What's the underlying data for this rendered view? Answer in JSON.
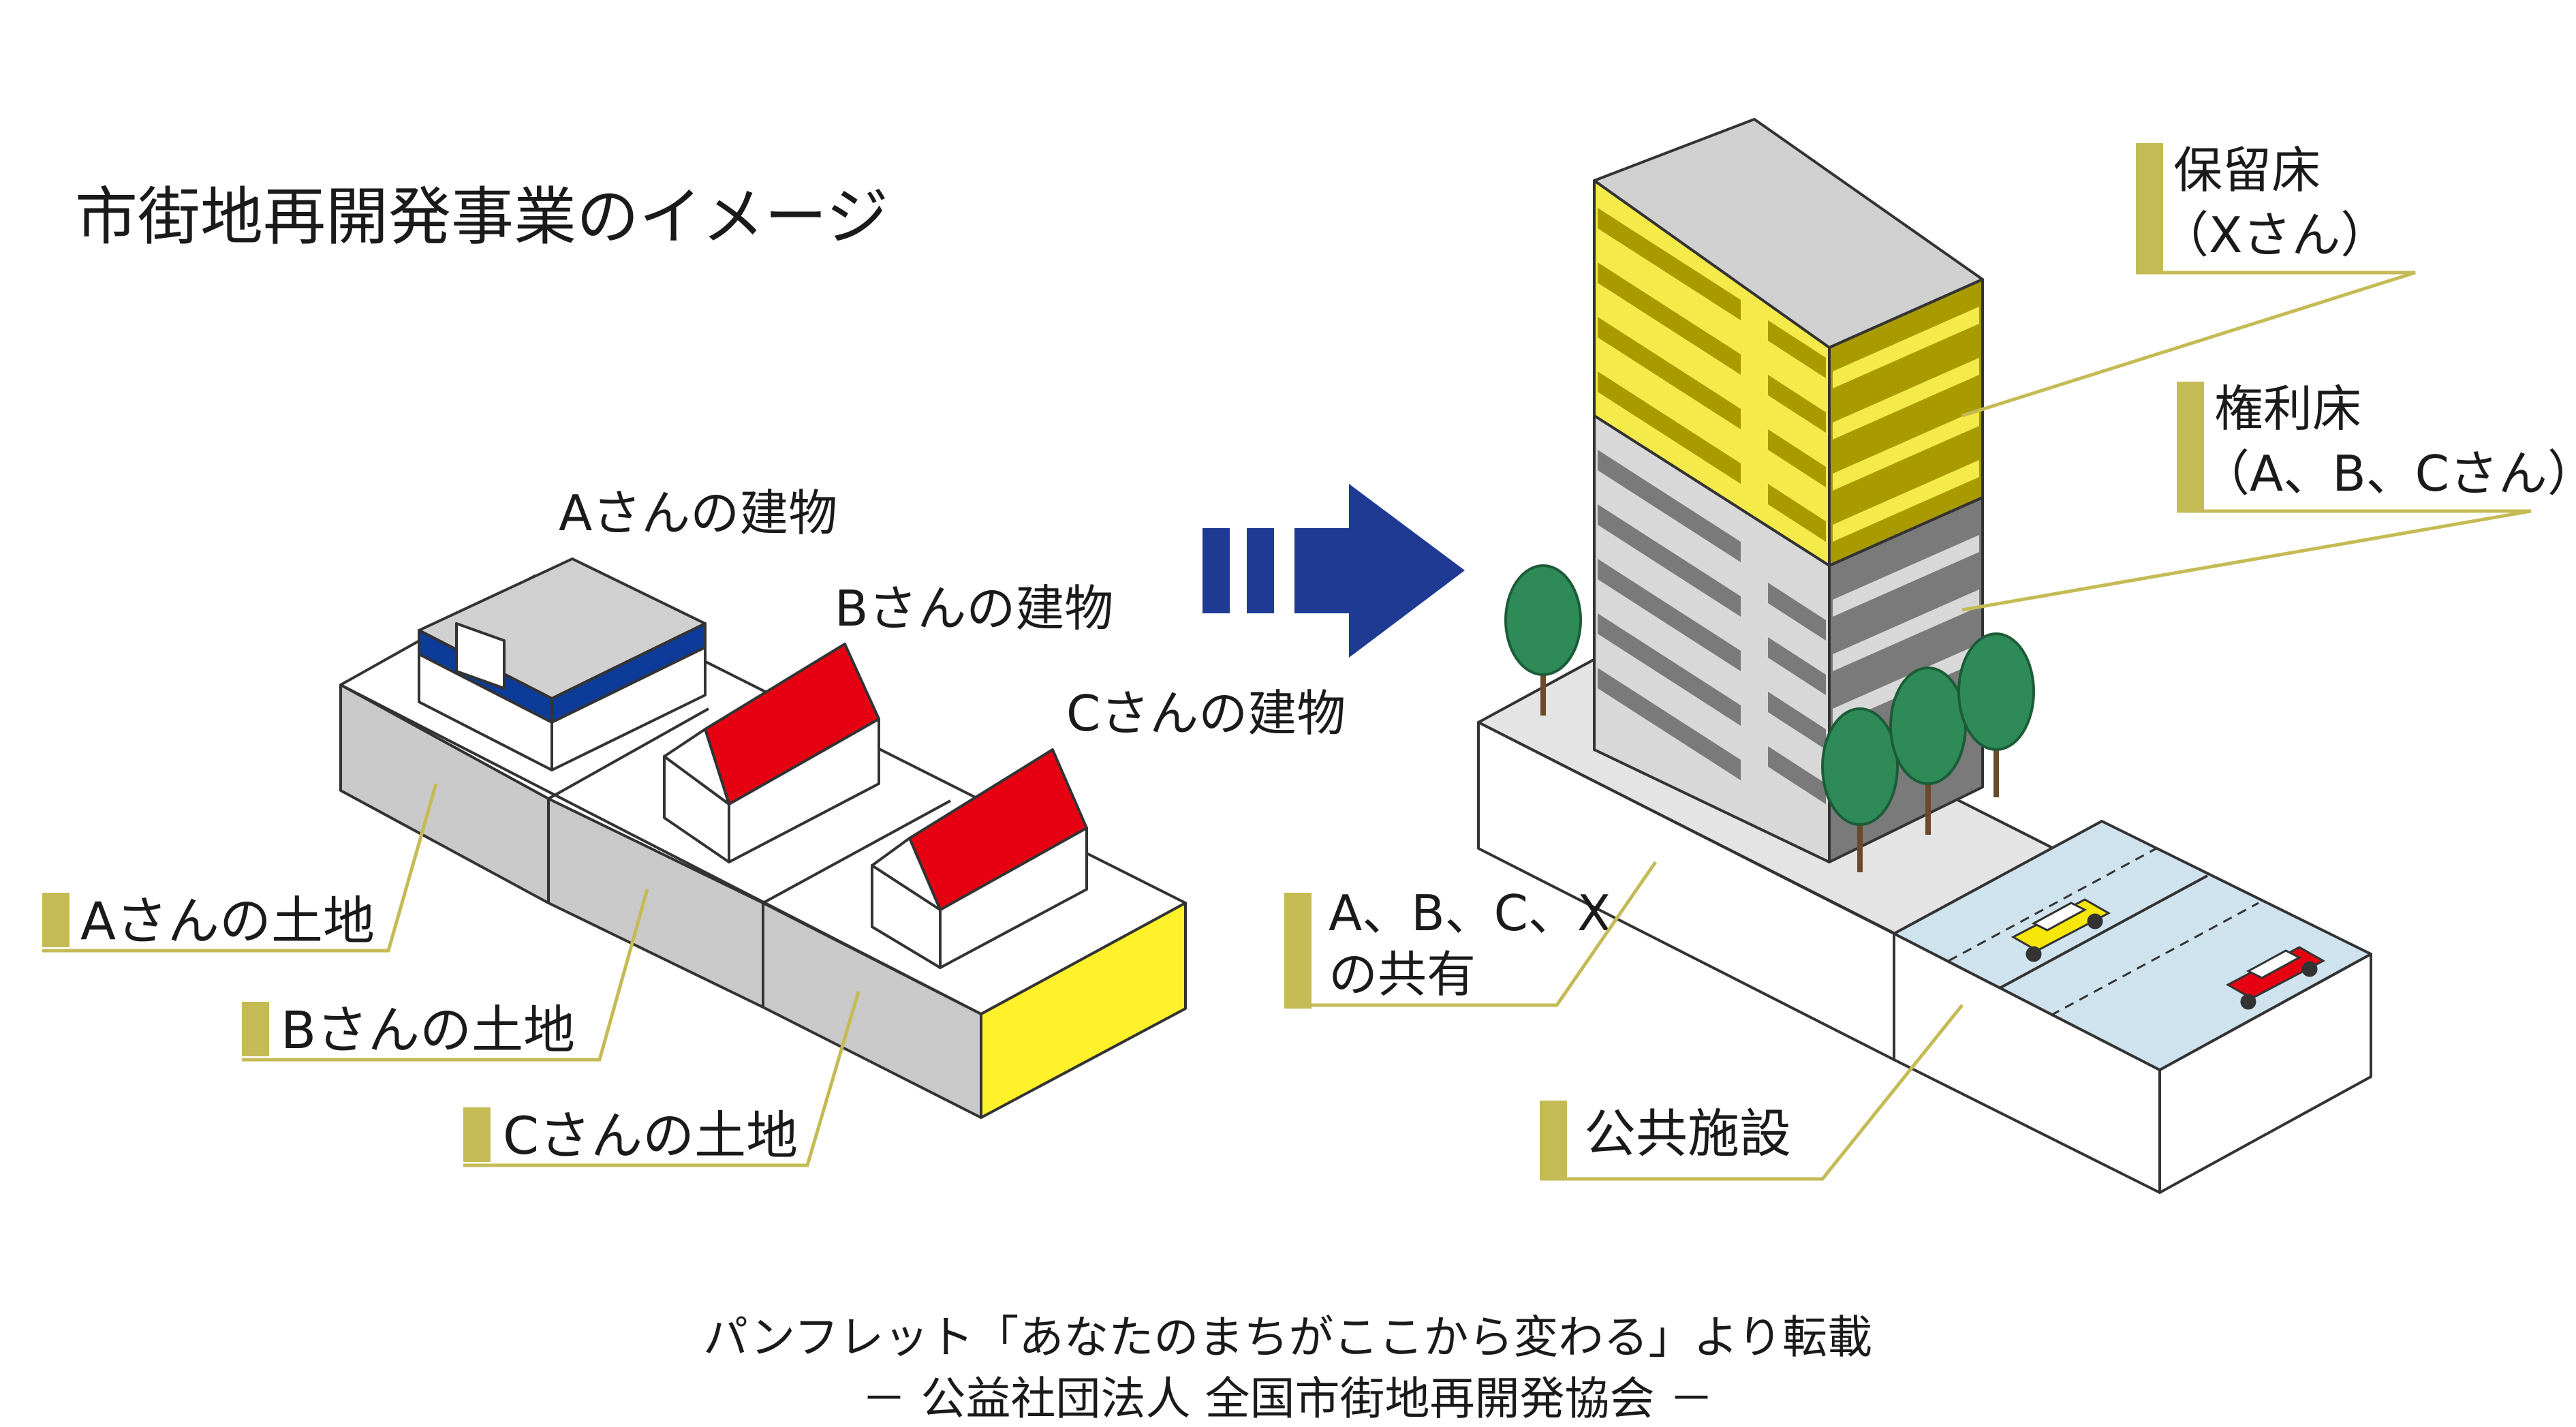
{
  "title": "市街地再開発事業のイメージ",
  "before": {
    "buildings": {
      "a": "Aさんの建物",
      "b": "Bさんの建物",
      "c": "Cさんの建物"
    },
    "land": {
      "a": "Aさんの土地",
      "b": "Bさんの土地",
      "c": "Cさんの土地"
    }
  },
  "after": {
    "reserved_floor": {
      "name": "保留床",
      "owner": "（Xさん）"
    },
    "rights_floor": {
      "name": "権利床",
      "owner": "（A、B、Cさん）"
    },
    "shared_land": {
      "line1": "A、B、C、X",
      "line2": "の共有"
    },
    "public_facility": "公共施設"
  },
  "credit": {
    "line1": "パンフレット「あなたのまちがここから変わる」より転載",
    "line2": "－ 公益社団法人 全国市街地再開発協会 －"
  },
  "colors": {
    "arrow": "#1f3a93",
    "leader": "#c4bb55",
    "reserved_floor": "#f4ea4a",
    "reserved_floor_dark": "#a99a00",
    "roof": "#e60012",
    "tree": "#2e8b57",
    "road": "#cfe3ee",
    "land_block": "#c9c9c9",
    "land_yellow": "#fff12a",
    "a_building_band": "#0d3b9a"
  }
}
